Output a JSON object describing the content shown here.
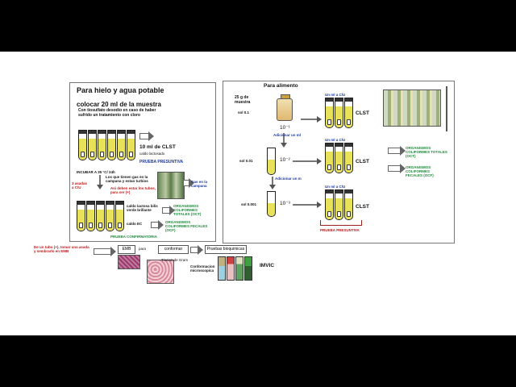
{
  "left_panel": {
    "title": "Para hielo y agua potable",
    "step1": "colocar 20 ml de la muestra",
    "note": "Con tiosulfato desodio en caso de haber sufrido un tratamiento con cloro",
    "clst": "10 ml de CLST",
    "clst_sub": "caldo lactosado",
    "prueba_presuntiva": "PRUEBA PRESUNTIVA",
    "incubar": "INCUBAR A 35 °C/ 24h",
    "gas_note": "Los que tienen gas en la campana y estan turbios",
    "asi_note": "Asi deben estar los tubos, para ser (+)",
    "side_note": "3 asadas a C/U",
    "gas_label": "Gas en la campana",
    "ct_medium": "caldo lactosa bilis verde brillante",
    "oct": "ORGANISMOS COLIFORMES TOTALES (OCT)",
    "ec_medium": "caldo EC",
    "ocf": "ORGANISMOS COLIFORMES FECALES (OCF)",
    "prueba_confirmatoria": "PRUEBA CONFIRMATORIA"
  },
  "right_panel": {
    "title": "Para alimento",
    "sample": "25 g de muestra",
    "dilutions": [
      "sol 0.1",
      "sol 0.01",
      "sol 0.001"
    ],
    "exponents": [
      "10⁻¹",
      "10⁻²",
      "10⁻³"
    ],
    "adicionar": "Adicionar un ml",
    "adicionar2": "Adicionar un m",
    "un_ml": "Un ml a C/U",
    "clst": "CLST",
    "oct": "ORGANISMOS COLIFORMES TOTALES (OCT)",
    "ocf": "ORGANISMOS COLIFORMES FECALES (OCF)",
    "prueba_presuntiva": "PRUEBA PRESUNTIVA"
  },
  "bottom": {
    "note": "De un tubo (+), tomar una asada y sembrarlo en EMB",
    "emb": "EMB",
    "para": "para",
    "conformar": "conformar",
    "pruebas": "Pruebas bioquimicas",
    "tincion": "Tincion de Gram",
    "confirmacion": "Conformacion microscopica",
    "imvic": "IMVIC"
  },
  "colors": {
    "broth": "#e7e25a",
    "blue_label": "#1a3aa8",
    "green_label": "#1d8a3a",
    "red_label": "#c01818"
  }
}
